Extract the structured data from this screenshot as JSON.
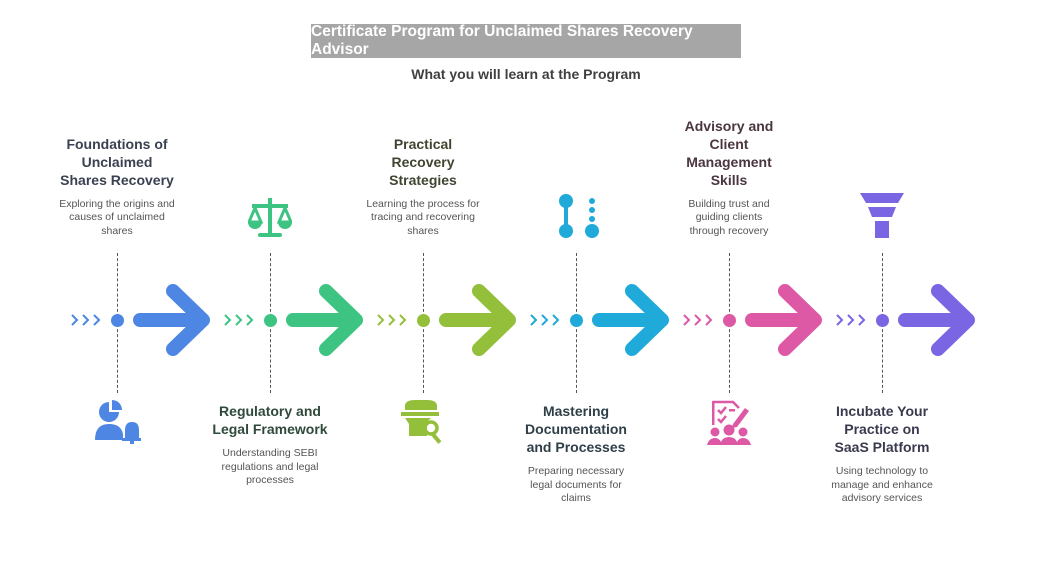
{
  "header": {
    "title": "Certificate Program for Unclaimed Shares Recovery Advisor",
    "subtitle": "What you will learn at the Program"
  },
  "steps": [
    {
      "title": "Foundations of Unclaimed Shares Recovery",
      "description": "Exploring the origins and causes of unclaimed shares",
      "color": "#4e86e4",
      "icon": "user-chart-bell-icon",
      "text_position": "top"
    },
    {
      "title": "Regulatory and Legal Framework",
      "description": "Understanding SEBI regulations and legal processes",
      "color": "#3dc483",
      "icon": "scales-icon",
      "text_position": "bottom"
    },
    {
      "title": "Practical Recovery Strategies",
      "description": "Learning the process for tracing and recovering shares",
      "color": "#93bf3a",
      "icon": "search-document-icon",
      "text_position": "top"
    },
    {
      "title": "Mastering Documentation and Processes",
      "description": "Preparing necessary legal documents for claims",
      "color": "#1faad9",
      "icon": "process-nodes-icon",
      "text_position": "bottom"
    },
    {
      "title": "Advisory and Client Management Skills",
      "description": "Building trust and guiding clients through recovery",
      "color": "#dd58a5",
      "icon": "team-checklist-icon",
      "text_position": "top"
    },
    {
      "title": "Incubate Your Practice on SaaS Platform",
      "description": "Using technology to manage and enhance advisory services",
      "color": "#7a66e3",
      "icon": "funnel-icon",
      "text_position": "bottom"
    }
  ]
}
